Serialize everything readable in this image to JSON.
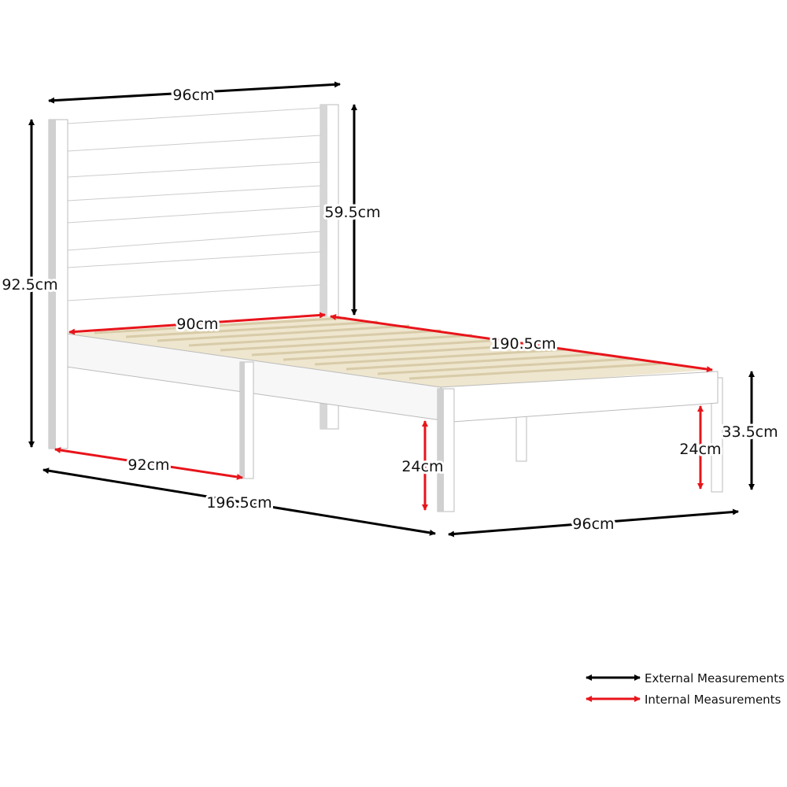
{
  "colors": {
    "external": "#000000",
    "internal": "#e8141b",
    "frame": "#ffffff",
    "frame_shade": "#c9c9c9",
    "slats": "#efe6cf"
  },
  "external_measurements": {
    "headboard_width": "96cm",
    "headboard_height": "92.5cm",
    "headboard_panel_height": "59.5cm",
    "overall_length": "196.5cm",
    "overall_width": "96cm",
    "footend_height": "33.5cm"
  },
  "internal_measurements": {
    "inner_width": "90cm",
    "inner_length": "190.5cm",
    "leg_spacing": "92cm",
    "clearance_front": "24cm",
    "clearance_back": "24cm"
  },
  "legend": {
    "external_label": "External Measurements",
    "internal_label": "Internal Measurements"
  }
}
